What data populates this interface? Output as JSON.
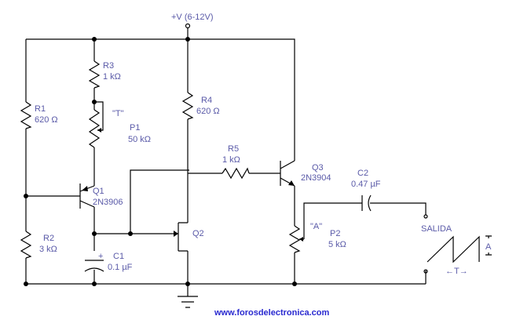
{
  "supply_label": "+V (6-12V)",
  "components": {
    "r1": {
      "ref": "R1",
      "value": "620 Ω"
    },
    "r2": {
      "ref": "R2",
      "value": "3 kΩ"
    },
    "r3": {
      "ref": "R3",
      "value": "1 kΩ"
    },
    "r4": {
      "ref": "R4",
      "value": "620 Ω"
    },
    "r5": {
      "ref": "R5",
      "value": "1 kΩ"
    },
    "p1": {
      "ref": "P1",
      "value": "50 kΩ",
      "tag": "\"T\""
    },
    "p2": {
      "ref": "P2",
      "value": "5 kΩ",
      "tag": "\"A\""
    },
    "c1": {
      "ref": "C1",
      "value": "0.1 µF",
      "polarity": "+"
    },
    "c2": {
      "ref": "C2",
      "value": "0.47 µF"
    },
    "q1": {
      "ref": "Q1",
      "value": "2N3906"
    },
    "q2": {
      "ref": "Q2"
    },
    "q3": {
      "ref": "Q3",
      "value": "2N3904"
    }
  },
  "output": {
    "label": "SALIDA",
    "period_label": "←T→",
    "amplitude_label": "A"
  },
  "website": "www.forosdelectronica.com"
}
